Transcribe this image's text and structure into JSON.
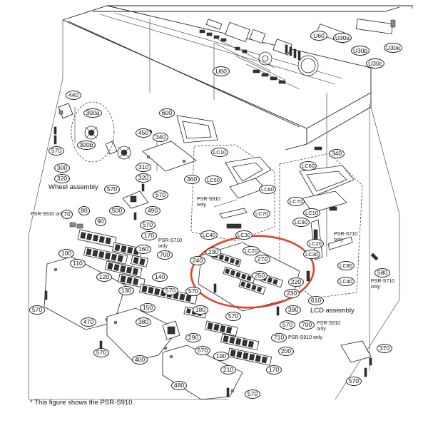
{
  "callouts": {
    "u60_top": "U60",
    "u30a": "U30a",
    "u30b": "U30b",
    "u30c": "U30c",
    "u30e": "U30e",
    "u60_mid": "U60",
    "p440": "440",
    "p300a": "300a",
    "p300b": "300b",
    "p570_a": "570",
    "p300": "300",
    "p320_a": "320",
    "p600": "600",
    "p340_a": "340",
    "p450": "450",
    "p310": "310",
    "p320_b": "320",
    "p360": "360",
    "p570_b": "570",
    "p570_c": "570",
    "p500": "500",
    "p490": "490",
    "p570_d": "570",
    "p70": "70",
    "p80": "80",
    "p90": "90",
    "p170_a": "170",
    "p160": "160",
    "p100": "100",
    "p110": "110",
    "p120": "120",
    "p130": "130",
    "p140": "140",
    "p150": "150",
    "p700_a": "700",
    "p570_e": "570",
    "p570_f": "570",
    "p230_a": "230",
    "p240": "240",
    "p270": "270",
    "p250": "250",
    "p220": "220",
    "p230_b": "230",
    "p470": "470",
    "p570_g": "570",
    "p380": "380",
    "p180": "180",
    "p290": "290",
    "p570_h": "570",
    "p390": "390",
    "p570_i": "570",
    "p190": "190",
    "p200": "200",
    "p700_b": "700",
    "p710": "710",
    "p210": "210",
    "p170_b": "170",
    "p400": "400",
    "p570_j": "570",
    "p480": "480",
    "p570_k": "570",
    "p370": "370",
    "p570_l": "570",
    "p340_b": "340",
    "lc10_a": "LC10",
    "lc50": "LC50",
    "lc60_a": "LC60",
    "lc70_a": "LC70",
    "lc40_a": "LC40",
    "lc30": "LC30",
    "lc60_b": "LC60",
    "lc70_b": "LC70",
    "lc10_b": "LC10",
    "lc80_a": "LC80",
    "lc20_a": "LC20",
    "lc20_b": "LC20",
    "lc30_b": "LC30",
    "lc80_b": "LC80",
    "lc40_b": "LC40",
    "p580": "580",
    "p610": "610"
  },
  "notes": {
    "psr_s910_only_a": "PSR-S910 only",
    "psr_s910_only_b": "PSR-S910\nonly",
    "psr_s710_only_a": "PSR-S710\nonly",
    "psr_s710_only_b": "PSR-S710\nonly",
    "psr_s710_only_c": "PSR-S710\nonly",
    "psr_s910_only_c": "PSR-S910\nonly",
    "psr_s910_only_d": "PSR-S910 only"
  },
  "assemblies": {
    "wheel": "Wheel assembly",
    "lcd": "LCD assembly"
  },
  "footnote": "* This figure shows the PSR-S910.",
  "colors": {
    "line": "#222222",
    "highlight_ring": "#E0412B",
    "background": "#FFFFFF"
  }
}
